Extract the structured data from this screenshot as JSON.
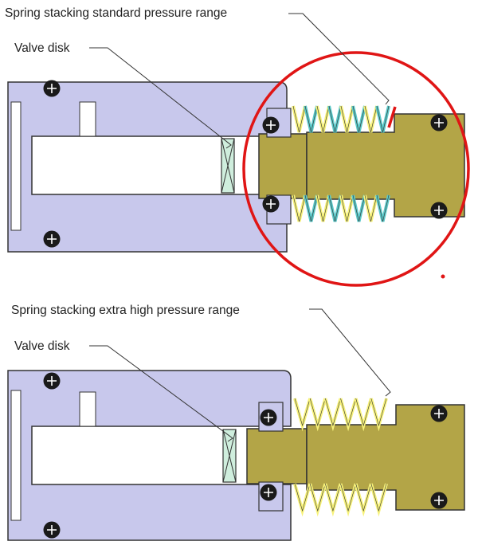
{
  "colors": {
    "housing": "#c8c8ec",
    "piston": "#b3a547",
    "spring_yellow": "#f7f27a",
    "spring_cyan": "#5ac8c8",
    "disk": "#cfeedd",
    "outline": "#333333",
    "highlight": "#e01515"
  },
  "top": {
    "spring_label": "Spring stacking standard pressure range",
    "valve_label": "Valve disk"
  },
  "bottom": {
    "spring_label": "Spring stacking extra high pressure range",
    "valve_label": "Valve disk"
  }
}
